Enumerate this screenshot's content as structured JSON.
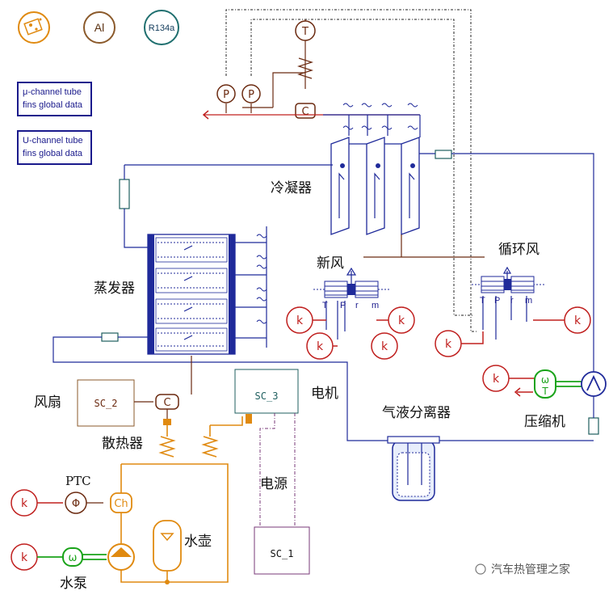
{
  "badges": {
    "al": "Al",
    "refrigerant": "R134a"
  },
  "data_boxes": {
    "microchannel": "μ-channel tube\nfins global data",
    "microchannel_line1": "μ-channel tube",
    "microchannel_line2": "fins global data",
    "uchannel_line1": "U-channel tube",
    "uchannel_line2": "fins global data"
  },
  "labels": {
    "condenser": "冷凝器",
    "evaporator": "蒸发器",
    "fresh_air": "新风",
    "recirc_air": "循环风",
    "fan": "风扇",
    "radiator": "散热器",
    "motor": "电机",
    "separator": "气液分离器",
    "compressor": "压缩机",
    "power": "电源",
    "ptc": "PTC",
    "kettle": "水壶",
    "pump": "水泵",
    "watermark": "汽车热管理之家"
  },
  "supercomponents": {
    "sc1": "SC_1",
    "sc2": "SC_2",
    "sc3": "SC_3"
  },
  "symbols": {
    "k": "k",
    "k_mirrored": "k",
    "p": "P",
    "t": "T",
    "c": "C",
    "ch": "Ch",
    "phi": "Φ",
    "omega": "ω",
    "omega_t_top": "ω",
    "omega_t_bottom": "T",
    "port_t": "T",
    "port_p": "P",
    "port_r": "r",
    "port_m": "m"
  },
  "colors": {
    "refrigerant_line": "#1f2a9a",
    "signal": "#c0201f",
    "coolant": "#e08a10",
    "mechanical": "#19a319",
    "thermal": "#6b2a10"
  }
}
